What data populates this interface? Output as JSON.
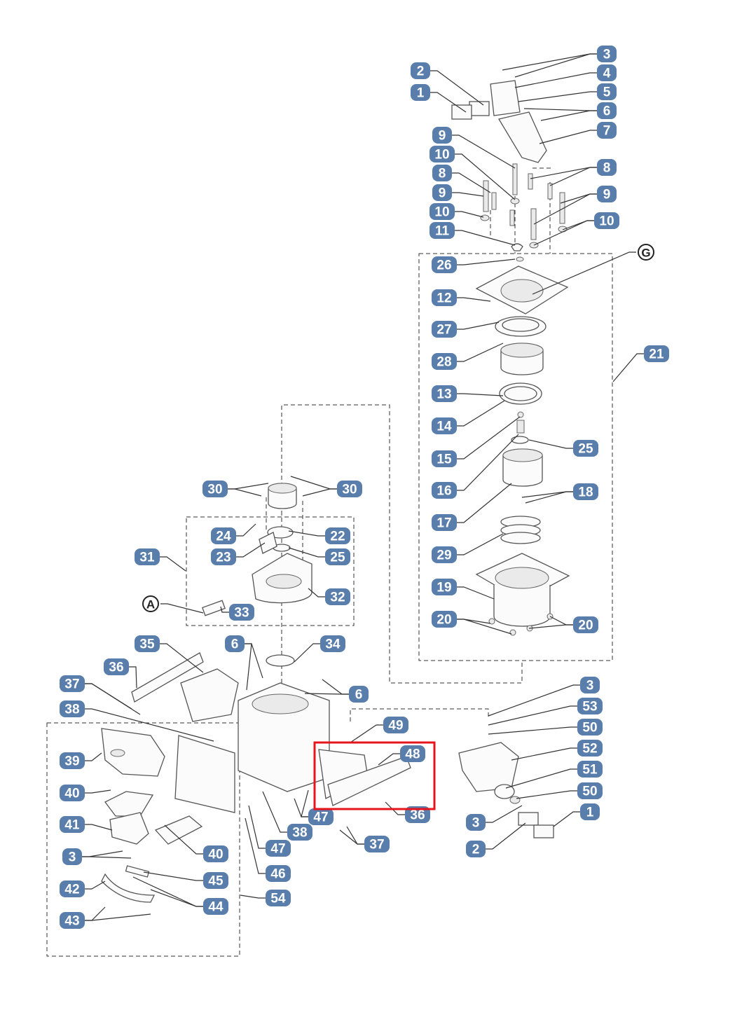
{
  "diagram": {
    "type": "exploded-parts-diagram",
    "badge_color": "#5a7eab",
    "highlight_color": "#e8141c",
    "highlighted_part": "48",
    "labels": [
      "3",
      "4",
      "5",
      "6",
      "7",
      "2",
      "1",
      "9",
      "10",
      "8",
      "9",
      "10",
      "11",
      "8",
      "9",
      "10",
      "G",
      "26",
      "12",
      "27",
      "28",
      "13",
      "14",
      "15",
      "16",
      "17",
      "29",
      "19",
      "20",
      "21",
      "25",
      "18",
      "20",
      "30",
      "30",
      "24",
      "22",
      "23",
      "25",
      "31",
      "32",
      "A",
      "33",
      "35",
      "36",
      "37",
      "38",
      "6",
      "34",
      "6",
      "49",
      "48",
      "36",
      "47",
      "37",
      "38",
      "47",
      "46",
      "54",
      "39",
      "40",
      "41",
      "3",
      "40",
      "42",
      "45",
      "44",
      "43",
      "3",
      "53",
      "50",
      "52",
      "51",
      "50",
      "3",
      "1",
      "2"
    ]
  }
}
